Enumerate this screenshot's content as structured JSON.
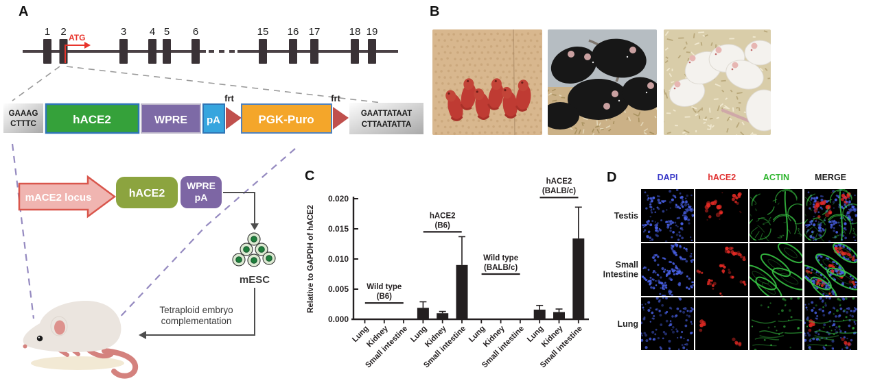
{
  "panelA": {
    "label": "A",
    "gene": {
      "exons": [
        "1",
        "2",
        "3",
        "4",
        "5",
        "6",
        "15",
        "16",
        "17",
        "18",
        "19"
      ],
      "atg_label": "ATG"
    },
    "construct": {
      "left_sequence": [
        "GAAAG",
        "CTTTC"
      ],
      "hace2_label": "hACE2",
      "wpre_label": "WPRE",
      "pa_label": "pA",
      "frt_label": "frt",
      "pgk_puro_label": "PGK-Puro",
      "right_sequence": [
        "GAATTATAAT",
        "CTTAATATTA"
      ]
    },
    "targeting": {
      "locus_label": "mACE2 locus",
      "hace2_label": "hACE2",
      "wpre_pa_label": [
        "WPRE",
        "pA"
      ],
      "mesc_label": "mESC",
      "tetraploid_label": [
        "Tetraploid embryo",
        "complementation"
      ]
    }
  },
  "panelB": {
    "label": "B",
    "photos": [
      {
        "name": "newborn-red-pups"
      },
      {
        "name": "black-b6-mice"
      },
      {
        "name": "white-balbc-mice"
      }
    ]
  },
  "panelC": {
    "label": "C"
  },
  "chart_data": {
    "type": "bar",
    "title": "",
    "xlabel": "",
    "ylabel": "Relative to GAPDH of hACE2",
    "ylim": [
      0,
      0.02
    ],
    "ytick_labels": [
      "0.000",
      "0.005",
      "0.010",
      "0.015",
      "0.020"
    ],
    "ytick_values": [
      0,
      0.005,
      0.01,
      0.015,
      0.02
    ],
    "bar_color": "#231f20",
    "grid": false,
    "categories": [
      "Lung",
      "Kidney",
      "Small intestine"
    ],
    "groups": [
      {
        "label_lines": [
          "Wild type",
          "(B6)"
        ],
        "bracket_value": 0.0027,
        "values": [
          0,
          0,
          0
        ],
        "errors": [
          0,
          0,
          0
        ]
      },
      {
        "label_lines": [
          "hACE2",
          "(B6)"
        ],
        "bracket_value": 0.0145,
        "values": [
          0.0019,
          0.001,
          0.009
        ],
        "errors": [
          0.001,
          0.0003,
          0.0047
        ]
      },
      {
        "label_lines": [
          "Wild type",
          "(BALB/c)"
        ],
        "bracket_value": 0.0075,
        "values": [
          0,
          0,
          0
        ],
        "errors": [
          0,
          0,
          0
        ]
      },
      {
        "label_lines": [
          "hACE2",
          "(BALB/c)"
        ],
        "bracket_value": 0.0202,
        "values": [
          0.0016,
          0.0012,
          0.0134
        ],
        "errors": [
          0.0007,
          0.0005,
          0.0052
        ]
      }
    ]
  },
  "panelD": {
    "label": "D",
    "columns": [
      {
        "label": "DAPI",
        "color": "#3a3ac8"
      },
      {
        "label": "hACE2",
        "color": "#e03131"
      },
      {
        "label": "ACTIN",
        "color": "#2db52d"
      },
      {
        "label": "MERGE",
        "color": "#1a1a1a"
      }
    ],
    "rows": [
      "Testis",
      "Small Intestine",
      "Lung"
    ]
  },
  "colors": {
    "gene_dark": "#3a3236",
    "atg_red": "#e8342c",
    "hace2_green": "#35a13a",
    "hace2_border": "#2e75b6",
    "wpre_purple": "#7d6aa6",
    "pa_blue": "#36a5de",
    "pgk_orange": "#f4a62a",
    "pgk_border": "#4f81bd",
    "frt_red": "#c0504d",
    "locus_pink": "#f0b5b1",
    "locus_border": "#d9564c",
    "hace2_olive": "#8ca43f",
    "wprepa_purple": "#7d66a4",
    "dash_purple": "#958ac0",
    "bar_black": "#231f20"
  }
}
